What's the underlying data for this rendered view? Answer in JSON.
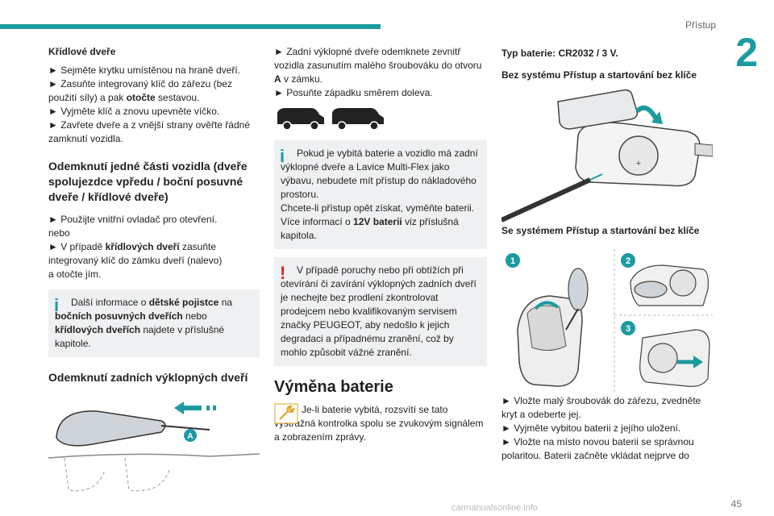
{
  "header": {
    "section": "Přístup",
    "chapter": "2"
  },
  "col1": {
    "wing_title": "Křídlové dveře",
    "wing_steps": [
      "► Sejměte krytku umístěnou na hraně dveří.",
      "► Zasuňte integrovaný klíč do zářezu (bez použití síly) a pak ",
      "► Vyjměte klíč a znovu upevněte víčko.",
      "► Zavřete dveře a z vnější strany ověřte řádné zamknutí vozidla."
    ],
    "wing_step2_bold": "otočte",
    "wing_step2_end": " sestavou.",
    "unlock_heading": "Odemknutí jedné části vozidla (dveře spolujezdce vpředu / boční posuvné dveře / křídlové dveře)",
    "unlock_l1": "► Použijte vnitřní ovladač pro otevření.",
    "unlock_or": "nebo",
    "unlock_l2a": "► V případě ",
    "unlock_l2b": "křídlových dveří",
    "unlock_l2c": " zasuňte integrovaný klíč do zámku dveří (nalevo)",
    "unlock_l3": "a otočte jím.",
    "info1_a": "Další informace o ",
    "info1_b": "dětské pojistce",
    "info1_c": " na ",
    "info1_d": "bočních posuvných dveřích",
    "info1_e": " nebo ",
    "info1_f": "křídlových dveřích",
    "info1_g": " najdete v příslušné kapitole.",
    "rear_heading": "Odemknutí zadních výklopných dveří",
    "label_a": "A"
  },
  "col2": {
    "rear_l1a": "► Zadní výklopné dveře odemknete zevnitř vozidla zasunutím malého šroubováku do otvoru ",
    "rear_l1b": "A",
    "rear_l1c": " v zámku.",
    "rear_l2": "► Posuňte západku směrem doleva.",
    "info2_a": "Pokud je vybitá baterie a vozidlo má zadní výklopné dveře a Lavice Multi-Flex jako výbavu, nebudete mít přístup do nákladového prostoru.",
    "info2_b": "Chcete-li přístup opět získat, vyměňte baterii. Více informací o ",
    "info2_c": "12V baterii",
    "info2_d": " viz příslušná kapitola.",
    "warn": "V případě poruchy nebo při obtížích při otevírání či zavírání výklopných zadních dveří je nechejte bez prodlení zkontrolovat prodejcem nebo kvalifikovaným servisem značky PEUGEOT, aby nedošlo k jejich degradaci a případnému zranění, což by mohlo způsobit vážné zranění.",
    "battery_heading": "Výměna baterie",
    "battery_text": "Je-li baterie vybitá, rozsvítí se tato výstražná kontrolka spolu se zvukovým signálem a zobrazením zprávy."
  },
  "col3": {
    "battery_type": "Typ baterie: CR2032 / 3 V.",
    "no_system": "Bez systému Přístup a startování bez klíče",
    "with_system": "Se systémem Přístup a startování bez klíče",
    "steps": [
      "► Vložte malý šroubovák do zářezu, zvedněte kryt a odeberte jej.",
      "► Vyjměte vybitou baterii z jejího uložení.",
      "► Vložte na místo novou baterii se správnou polaritou. Baterii začněte vkládat nejprve do"
    ],
    "badge1": "1",
    "badge2": "2",
    "badge3": "3"
  },
  "footer": {
    "page": "45",
    "watermark": "carmanualsonline.info"
  },
  "colors": {
    "accent": "#1c9aa0",
    "warning": "#d8202a",
    "box": "#eef0f2"
  },
  "icons": {
    "info": "info-icon",
    "warning": "warning-icon",
    "wrench": "wrench-warning-icon"
  }
}
